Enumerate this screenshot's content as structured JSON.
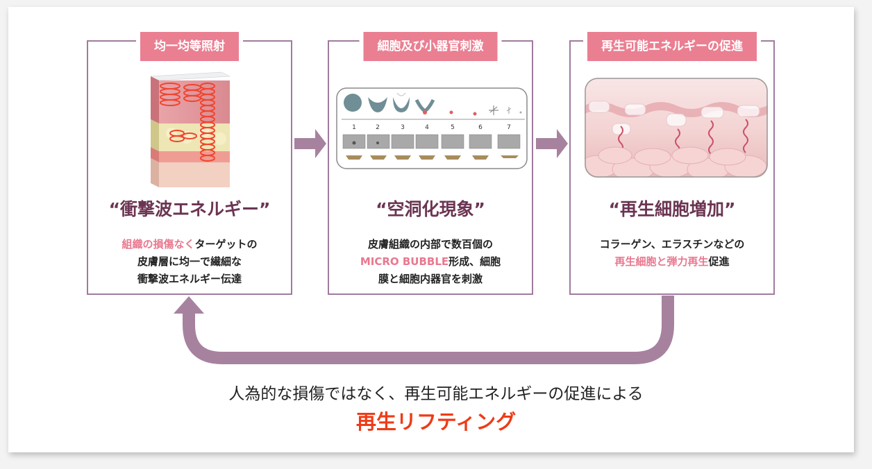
{
  "colors": {
    "accent_pink": "#ea7f92",
    "frame_purple": "#a07a9e",
    "arrow_purple": "#a7829f",
    "heading_plum": "#6b3552",
    "highlight_pink": "#e8788f",
    "final_red": "#ef3b17"
  },
  "panels": [
    {
      "tag": "均一均等照射",
      "heading": "“衝撃波エネルギー”",
      "desc": {
        "line1_hl": "組織の損傷なく",
        "line1_rest": "ターゲットの",
        "line2": "皮膚層に均一で繊細な",
        "line3": "衝撃波エネルギー伝達"
      },
      "illustration": "skin-layers-with-coil"
    },
    {
      "tag": "細胞及び小器官刺激",
      "heading": "“空洞化現象”",
      "desc": {
        "line1": "皮膚組織の内部で数百個の",
        "line2_hl": "MICRO BUBBLE",
        "line2_rest": "形成、細胞",
        "line3": "膜と細胞内器官を刺激"
      },
      "illustration": "bubble-sequence",
      "sequence_labels": [
        "1",
        "2",
        "3",
        "4",
        "5",
        "6",
        "7"
      ]
    },
    {
      "tag": "再生可能エネルギーの促進",
      "heading": "“再生細胞増加”",
      "desc": {
        "line1": "コラーゲン、エラスチンなどの",
        "line2_hl": "再生細胞と弾力再生",
        "line2_rest": "促進"
      },
      "illustration": "collagen-fibers"
    }
  ],
  "footer": {
    "line": "人為的な損傷ではなく、再生可能エネルギーの促進による",
    "title": "再生リフティング"
  }
}
